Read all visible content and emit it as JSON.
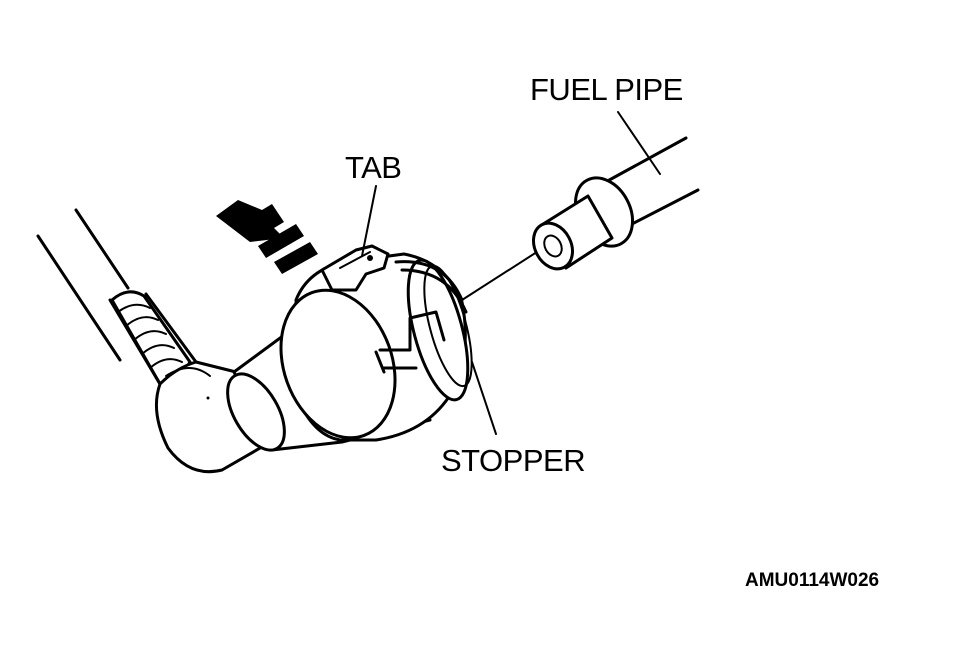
{
  "labels": {
    "fuel_pipe": "FUEL PIPE",
    "tab": "TAB",
    "stopper": "STOPPER",
    "figure_code": "AMU0114W026"
  }
}
